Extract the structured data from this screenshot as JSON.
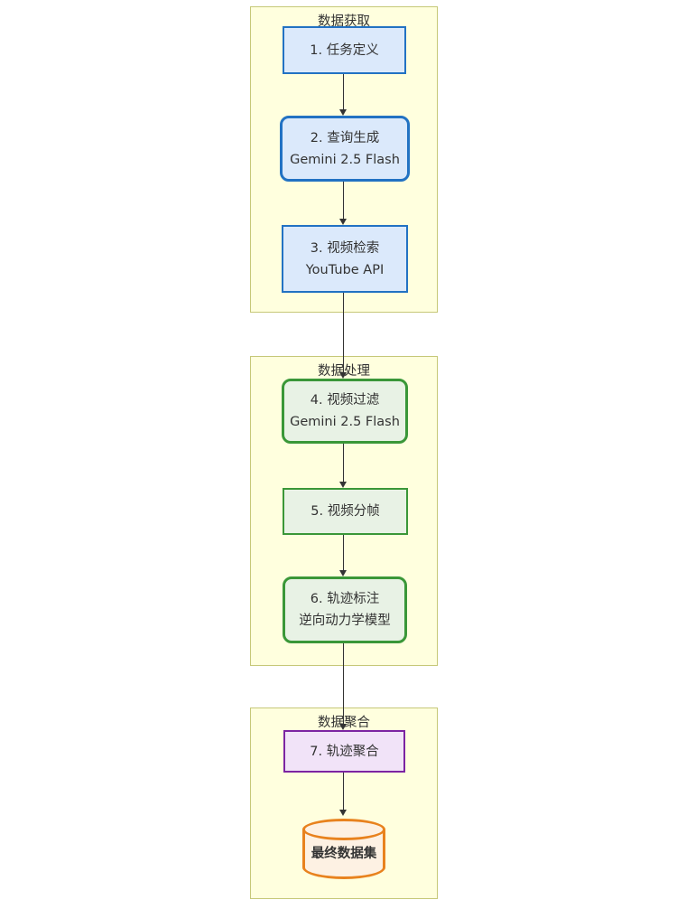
{
  "diagram": {
    "groups": [
      {
        "title": "数据获取",
        "nodes": [
          {
            "id": "task-definition",
            "lines": [
              "1. 任务定义"
            ],
            "shape": "rect",
            "color": "blue"
          },
          {
            "id": "query-generation",
            "lines": [
              "2. 查询生成",
              "Gemini 2.5 Flash"
            ],
            "shape": "rounded",
            "color": "blue"
          },
          {
            "id": "video-retrieval",
            "lines": [
              "3. 视频检索",
              "YouTube API"
            ],
            "shape": "rect",
            "color": "blue"
          }
        ]
      },
      {
        "title": "数据处理",
        "nodes": [
          {
            "id": "video-filtering",
            "lines": [
              "4. 视频过滤",
              "Gemini 2.5 Flash"
            ],
            "shape": "rounded",
            "color": "green"
          },
          {
            "id": "video-framing",
            "lines": [
              "5. 视频分帧"
            ],
            "shape": "rect",
            "color": "green"
          },
          {
            "id": "trajectory-annotation",
            "lines": [
              "6. 轨迹标注",
              "逆向动力学模型"
            ],
            "shape": "rounded",
            "color": "green"
          }
        ]
      },
      {
        "title": "数据聚合",
        "nodes": [
          {
            "id": "trajectory-aggregation",
            "lines": [
              "7. 轨迹聚合"
            ],
            "shape": "rect",
            "color": "purple"
          },
          {
            "id": "final-dataset",
            "lines": [
              "最终数据集"
            ],
            "shape": "cylinder",
            "color": "orange"
          }
        ]
      }
    ],
    "edges": [
      {
        "from": "task-definition",
        "to": "query-generation"
      },
      {
        "from": "query-generation",
        "to": "video-retrieval"
      },
      {
        "from": "video-retrieval",
        "to": "video-filtering"
      },
      {
        "from": "video-filtering",
        "to": "video-framing"
      },
      {
        "from": "video-framing",
        "to": "trajectory-annotation"
      },
      {
        "from": "trajectory-annotation",
        "to": "trajectory-aggregation"
      },
      {
        "from": "trajectory-aggregation",
        "to": "final-dataset"
      }
    ],
    "colors": {
      "cluster_fill": "#ffffde",
      "cluster_border": "#c6c878",
      "blue_fill": "#dbe9fb",
      "blue_border": "#2272c3",
      "green_fill": "#e8f2e5",
      "green_border": "#3a9738",
      "purple_fill": "#f1e3f8",
      "purple_border": "#7c24a2",
      "cylinder_fill": "#fdf1e3",
      "cylinder_border": "#e8821e",
      "arrow": "#333333",
      "text": "#333333"
    }
  }
}
